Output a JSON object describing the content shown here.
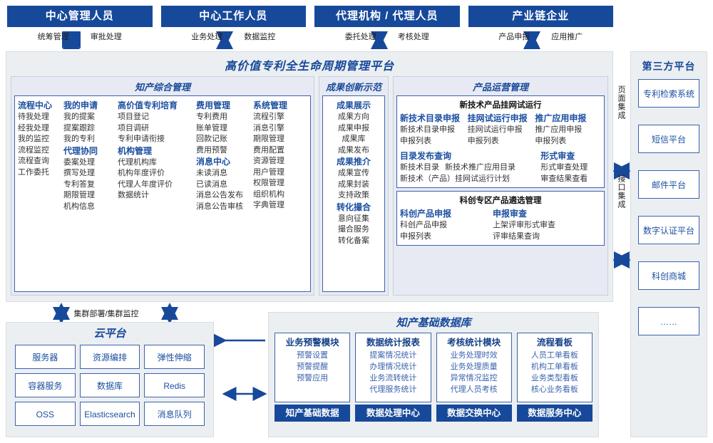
{
  "roles": [
    {
      "title": "中心管理人员",
      "left": "统筹管理",
      "right": "审批处理"
    },
    {
      "title": "中心工作人员",
      "left": "业务处理",
      "right": "数据监控"
    },
    {
      "title": "代理机构 / 代理人员",
      "left": "委托处理",
      "right": "考核处理"
    },
    {
      "title": "产业链企业",
      "left": "产品申报",
      "right": "应用推广"
    }
  ],
  "platform": {
    "title": "高价值专利全生命周期管理平台",
    "groups": {
      "comprehensive": {
        "title": "知产综合管理",
        "columns": [
          {
            "blocks": [
              {
                "head": "流程中心",
                "items": [
                  "待我处理",
                  "经我处理",
                  "我的监控",
                  "流程监控",
                  "流程查询",
                  "工作委托"
                ]
              }
            ]
          },
          {
            "blocks": [
              {
                "head": "我的申请",
                "items": [
                  "我的提案",
                  "提案跟踪",
                  "我的专利"
                ]
              },
              {
                "head": "代理协同",
                "items": [
                  "委案处理",
                  "撰写处理",
                  "专利答复",
                  "期限管理",
                  "机构信息"
                ]
              }
            ]
          },
          {
            "blocks": [
              {
                "head": "高价值专利培育",
                "items": [
                  "项目登记",
                  "项目调研",
                  "专利申请衔接"
                ]
              },
              {
                "head": "机构管理",
                "items": [
                  "代理机构库",
                  "机构年度评价",
                  "代理人年度评价",
                  "数据统计"
                ]
              }
            ]
          },
          {
            "blocks": [
              {
                "head": "费用管理",
                "items": [
                  "专利费用",
                  "账单管理",
                  "回款记账",
                  "费用预警"
                ]
              },
              {
                "head": "消息中心",
                "items": [
                  "未读消息",
                  "已读消息",
                  "消息公告发布",
                  "消息公告审核"
                ]
              }
            ]
          },
          {
            "blocks": [
              {
                "head": "系统管理",
                "items": [
                  "流程引擎",
                  "消息引擎",
                  "期限管理",
                  "费用配置",
                  "资源管理",
                  "用户管理",
                  "权限管理",
                  "组织机构",
                  "字典管理"
                ]
              }
            ]
          }
        ]
      },
      "achievement": {
        "title": "成果创新示范",
        "blocks": [
          {
            "head": "成果展示",
            "items": [
              "成果方向",
              "成果申报",
              "成果库",
              "成果发布"
            ]
          },
          {
            "head": "成果推介",
            "items": [
              "成果宣传",
              "成果封装",
              "支持政策"
            ]
          },
          {
            "head": "转化撮合",
            "items": [
              "意向征集",
              "撮合服务",
              "转化备案"
            ]
          }
        ]
      },
      "operation": {
        "title": "产品运营管理",
        "sub1": {
          "head": "新技术产品挂网试运行",
          "row1": [
            {
              "head": "新技术目录申报",
              "items": [
                "新技术目录申报",
                "申报列表"
              ]
            },
            {
              "head": "挂网试运行申报",
              "items": [
                "挂网试运行申报",
                "申报列表"
              ]
            },
            {
              "head": "推广应用申报",
              "items": [
                "推广应用申报",
                "申报列表"
              ]
            }
          ],
          "row2_left": {
            "head": "目录发布查询",
            "items_inline": [
              "新技术目录",
              "新技术推广应用目录"
            ],
            "items": [
              "新技术（产品）挂网试运行计划"
            ]
          },
          "row2_right": {
            "head": "形式审查",
            "items": [
              "形式审查处理",
              "审查结果查看"
            ]
          }
        },
        "sub2": {
          "head": "科创专区产品遴选管理",
          "columns": [
            {
              "head": "科创产品申报",
              "items": [
                "科创产品申报",
                "申报列表"
              ]
            },
            {
              "head": "申报审查",
              "items": [
                "上架评审形式审查",
                "评审结果查询"
              ]
            }
          ]
        }
      }
    }
  },
  "integration": {
    "page": "页面集成",
    "api": "接口集成"
  },
  "third_party": {
    "title": "第三方平台",
    "items": [
      "专利检索系统",
      "短信平台",
      "邮件平台",
      "数字认证平台",
      "科创商城",
      "……"
    ]
  },
  "cluster_label": "集群部署/集群监控",
  "cloud": {
    "title": "云平台",
    "cells": [
      "服务器",
      "资源编排",
      "弹性伸缩",
      "容器服务",
      "数据库",
      "Redis",
      "OSS",
      "Elasticsearch",
      "消息队列"
    ]
  },
  "database": {
    "title": "知产基础数据库",
    "columns": [
      {
        "head": "业务预警模块",
        "items": [
          "预警设置",
          "预警提醒",
          "预警应用"
        ],
        "foot": "知产基础数据"
      },
      {
        "head": "数据统计报表",
        "items": [
          "提案情况统计",
          "办理情况统计",
          "业务流转统计",
          "代理服务统计"
        ],
        "foot": "数据处理中心"
      },
      {
        "head": "考核统计模块",
        "items": [
          "业务处理时效",
          "业务处理质量",
          "异常情况监控",
          "代理人员考核"
        ],
        "foot": "数据交换中心"
      },
      {
        "head": "流程看板",
        "items": [
          "人员工单看板",
          "机构工单看板",
          "业务类型看板",
          "核心业务看板"
        ],
        "foot": "数据服务中心"
      }
    ]
  },
  "colors": {
    "brand": "#17499b",
    "accent": "#3b63ad",
    "panel_bg": "#eceff1",
    "group_bg": "#e8eaf3"
  }
}
